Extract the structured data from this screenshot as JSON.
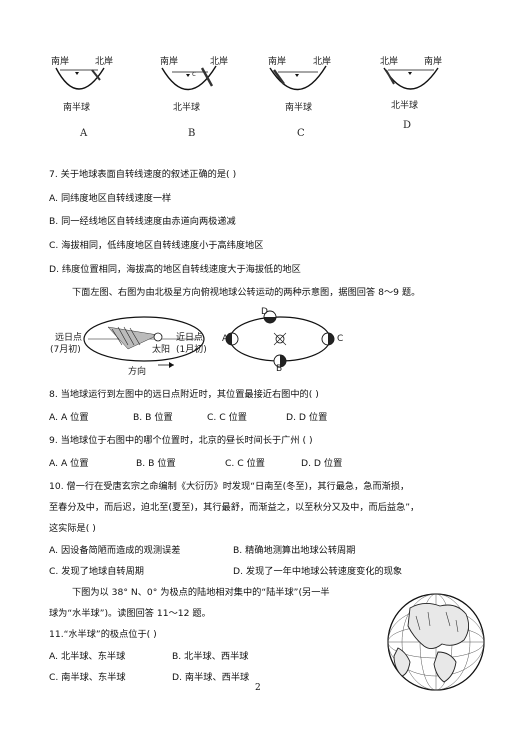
{
  "figures_top": {
    "a": {
      "left": "南岸",
      "right": "北岸",
      "under": "南半球",
      "letter": "A"
    },
    "b": {
      "left": "南岸",
      "right": "北岸",
      "under": "北半球",
      "letter": "B"
    },
    "c": {
      "left": "南岸",
      "right": "北岸",
      "under": "南半球",
      "letter": "C"
    },
    "d": {
      "left": "北岸",
      "right": "南岸",
      "under": "北半球",
      "letter": "D"
    }
  },
  "q7": {
    "stem": "7. 关于地球表面自转线速度的叙述正确的是(      )",
    "a": "A. 同纬度地区自转线速度一样",
    "b": "B. 同一经线地区自转线速度由赤道向两极递减",
    "c": "C. 海拔相同，低纬度地区自转线速度小于高纬度地区",
    "d": "D. 纬度位置相同，海拔高的地区自转线速度大于海拔低的地区"
  },
  "intro_8_9": "下面左图、右图为由北极星方向俯视地球公转运动的两种示意图，据图回答 8～9 题。",
  "orbit_figure": {
    "far": "远日点",
    "far_month": "(7月初)",
    "near": "近日点",
    "near_month": "(1月初)",
    "sun": "太阳",
    "direction": "方向",
    "pos_a": "A",
    "pos_b": "B",
    "pos_c": "C",
    "pos_d": "D"
  },
  "q8": {
    "stem": "8. 当地球运行到左图中的远日点附近时，其位置最接近右图中的(      )",
    "a": "A. A 位置",
    "b": "B. B 位置",
    "c": "C. C 位置",
    "d": "D. D 位置"
  },
  "q9": {
    "stem": "9. 当地球位于右图中的哪个位置时，北京的昼长时间长于广州 (      )",
    "a": "A. A 位置",
    "b": "B. B 位置",
    "c": "C. C 位置",
    "d": "D. D 位置"
  },
  "q10": {
    "line1": "10. 僧一行在受唐玄宗之命编制《大衍历》时发现“日南至(冬至)，其行最急，急而渐损，",
    "line2": "至春分及中，而后迟，迫北至(夏至)，其行最舒，而渐益之，以至秋分又及中，而后益急”，",
    "line3": "这实际是(      )",
    "a": "A. 因设备简陋而造成的观测误差",
    "b": "B. 精确地测算出地球公转周期",
    "c": "C. 发现了地球自转周期",
    "d": "D. 发现了一年中地球公转速度变化的现象"
  },
  "intro_11_12": {
    "line1": "下图为以 38° N、0° 为极点的陆地相对集中的“陆半球”(另一半",
    "line2": "球为“水半球”)。读图回答 11～12 题。"
  },
  "q11": {
    "stem": "11.“水半球”的极点位于(      )",
    "a": "A. 北半球、东半球",
    "b": "B. 北半球、西半球",
    "c": "C. 南半球、东半球",
    "d": "D. 南半球、西半球"
  },
  "page_number": "2"
}
